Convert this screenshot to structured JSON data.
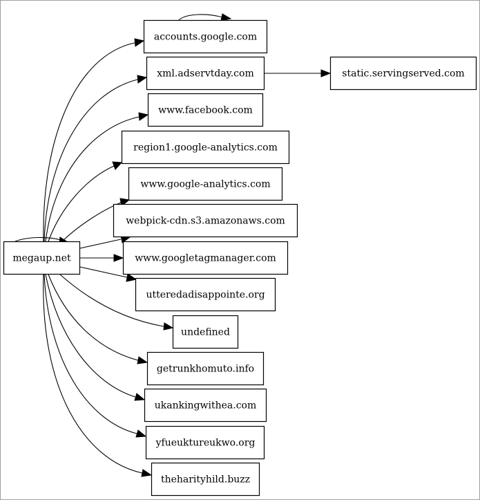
{
  "nodes": {
    "megaup": "megaup.net",
    "accounts_google": "accounts.google.com",
    "xml_adservtday": "xml.adservtday.com",
    "static_servingserved": "static.servingserved.com",
    "www_facebook": "www.facebook.com",
    "region1_ga": "region1.google-analytics.com",
    "www_ga": "www.google-analytics.com",
    "webpick_cdn": "webpick-cdn.s3.amazonaws.com",
    "www_gtm": "www.googletagmanager.com",
    "utteredadisappointe": "utteredadisappointe.org",
    "undefined": "undefined",
    "getrunkhomuto": "getrunkhomuto.info",
    "ukankingwithea": "ukankingwithea.com",
    "yfueuktureukwo": "yfueuktureukwo.org",
    "theharityhild": "theharityhild.buzz"
  },
  "edges": [
    {
      "from": "megaup",
      "to": "megaup"
    },
    {
      "from": "megaup",
      "to": "accounts_google"
    },
    {
      "from": "accounts_google",
      "to": "accounts_google"
    },
    {
      "from": "megaup",
      "to": "xml_adservtday"
    },
    {
      "from": "xml_adservtday",
      "to": "static_servingserved"
    },
    {
      "from": "megaup",
      "to": "www_facebook"
    },
    {
      "from": "megaup",
      "to": "region1_ga"
    },
    {
      "from": "megaup",
      "to": "www_ga"
    },
    {
      "from": "megaup",
      "to": "webpick_cdn"
    },
    {
      "from": "megaup",
      "to": "www_gtm"
    },
    {
      "from": "megaup",
      "to": "utteredadisappointe"
    },
    {
      "from": "megaup",
      "to": "undefined"
    },
    {
      "from": "megaup",
      "to": "getrunkhomuto"
    },
    {
      "from": "megaup",
      "to": "ukankingwithea"
    },
    {
      "from": "megaup",
      "to": "yfueuktureukwo"
    },
    {
      "from": "megaup",
      "to": "theharityhild"
    }
  ]
}
